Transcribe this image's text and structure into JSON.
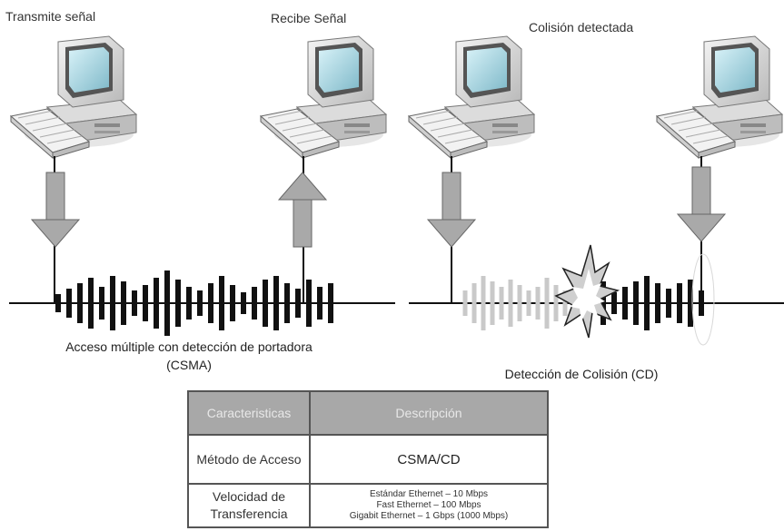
{
  "labels": {
    "transmit": "Transmite señal",
    "receive": "Recibe Señal",
    "collision_detected": "Colisión detectada",
    "csma_caption": "Acceso múltiple con detección de portadora (CSMA)",
    "cd_caption": "Detección de Colisión (CD)"
  },
  "table": {
    "headers": [
      "Caracteristicas",
      "Descripción"
    ],
    "rows": [
      {
        "key": "Método de Acceso",
        "value": [
          "CSMA/CD"
        ]
      },
      {
        "key": "Velocidad de Transferencia",
        "value": [
          "Estándar Ethernet – 10 Mbps",
          "Fast Ethernet – 100 Mbps",
          "Gigabit Ethernet – 1 Gbps (1000 Mbps)"
        ]
      }
    ]
  },
  "colors": {
    "signal_dark": "#111111",
    "signal_faded": "#c9c9c9",
    "arrow_fill": "#a9a9a9",
    "header_bg": "#a8a8a8"
  },
  "icons": [
    "desktop-computer-icon",
    "keyboard-icon",
    "down-arrow-icon",
    "up-arrow-icon",
    "collision-burst-icon"
  ]
}
